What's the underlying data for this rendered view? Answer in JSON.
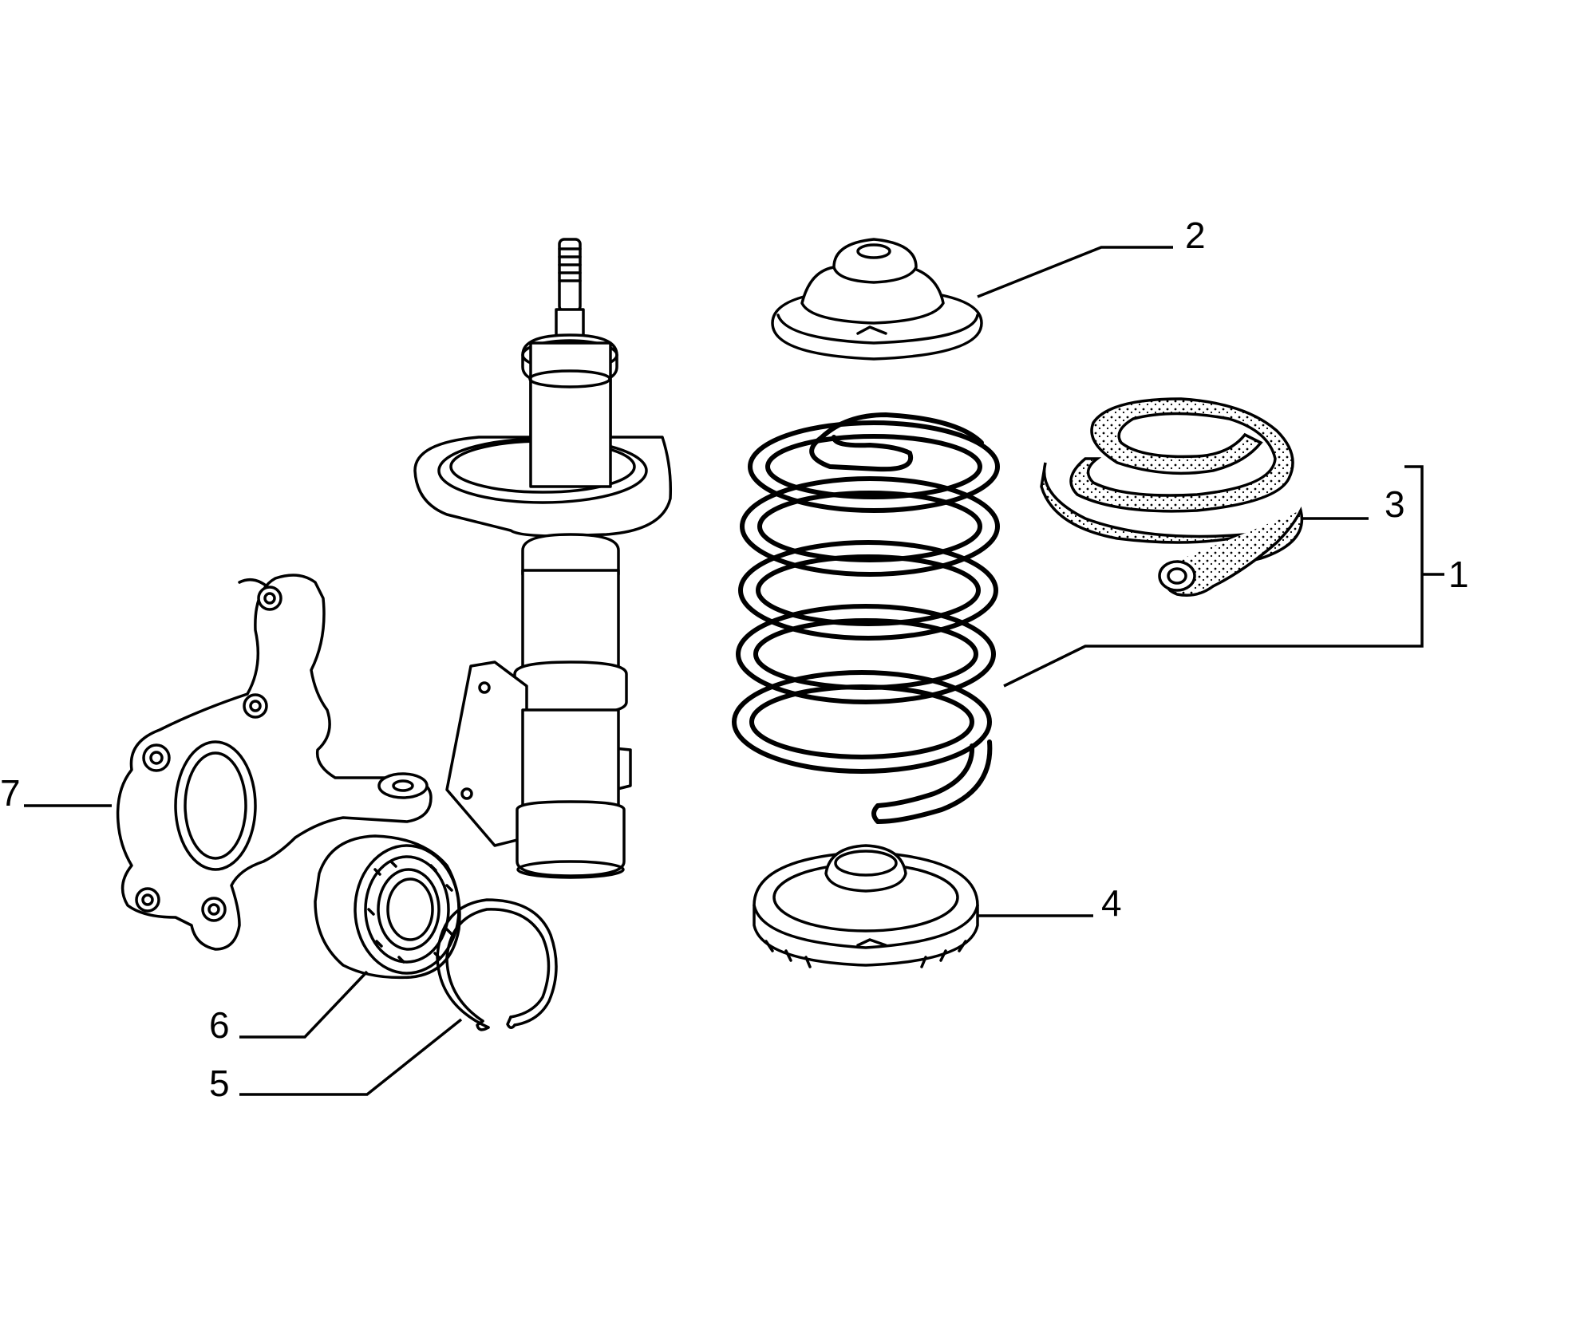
{
  "callouts": {
    "c1": "1",
    "c2": "2",
    "c3": "3",
    "c4": "4",
    "c5": "5",
    "c6": "6",
    "c7": "7"
  },
  "parts": [
    "strut-shock-absorber",
    "upper-strut-mount",
    "coil-spring",
    "spring-insulator-sleeve",
    "lower-spring-seat",
    "circlip",
    "wheel-bearing",
    "steering-knuckle"
  ],
  "colors": {
    "line": "#000000",
    "background": "#ffffff"
  }
}
